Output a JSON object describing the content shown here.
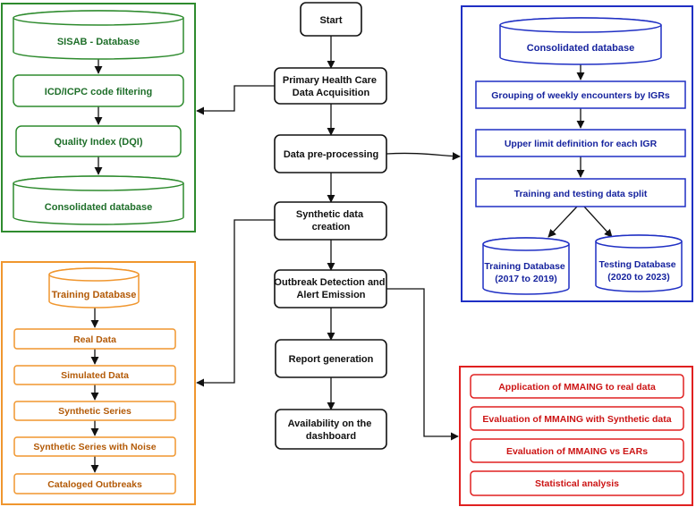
{
  "colors": {
    "main": "#111111",
    "green": "#2e8b2e",
    "green_text": "#1f6f2a",
    "blue": "#1f2fc4",
    "blue_text": "#16239e",
    "orange": "#f0962e",
    "orange_text": "#b35a07",
    "red": "#e02020",
    "red_text": "#cc1414"
  },
  "main_flow": {
    "start": "Start",
    "acquisition": [
      "Primary Health Care",
      "Data Acquisition"
    ],
    "preprocessing": "Data pre-processing",
    "synthetic": [
      "Synthetic data",
      "creation"
    ],
    "outbreak": [
      "Outbreak Detection and",
      "Alert Emission"
    ],
    "report": "Report generation",
    "availability": [
      "Availability on the",
      "dashboard"
    ]
  },
  "green_panel": {
    "db_top": "SISAB - Database",
    "filter": "ICD/ICPC code filtering",
    "quality": "Quality Index (DQI)",
    "db_bottom": "Consolidated database"
  },
  "blue_panel": {
    "db_top": "Consolidated database",
    "grouping": "Grouping of weekly encounters by IGRs",
    "upper_limit": "Upper limit definition for each IGR",
    "split": "Training and testing data split",
    "training_db": [
      "Training Database",
      "(2017 to 2019)"
    ],
    "testing_db": [
      "Testing Database",
      "(2020  to 2023)"
    ]
  },
  "orange_panel": {
    "db_top": "Training Database",
    "real": "Real Data",
    "simulated": "Simulated Data",
    "synthetic": "Synthetic Series",
    "noise": "Synthetic Series with Noise",
    "cataloged": "Cataloged Outbreaks"
  },
  "red_panel": {
    "item1": "Application of MMAING to real data",
    "item2": "Evaluation of MMAING with Synthetic data",
    "item3": "Evaluation of MMAING vs EARs",
    "item4": "Statistical analysis"
  }
}
